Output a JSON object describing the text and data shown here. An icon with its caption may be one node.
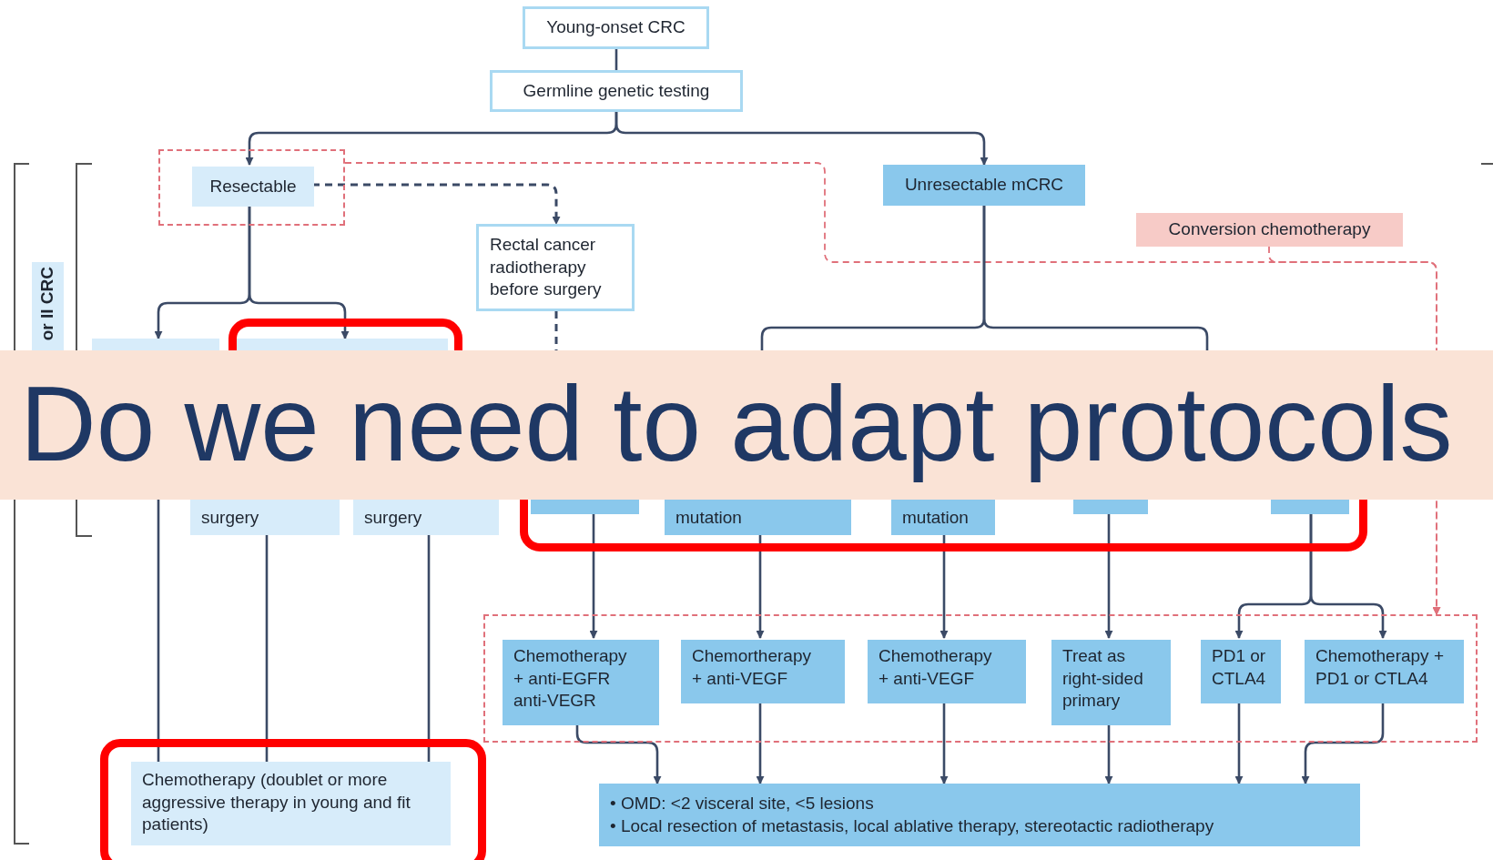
{
  "diagram": {
    "title": "Do we need to adapt protocols",
    "nodes": [
      {
        "text": [
          "Young-onset CRC"
        ]
      },
      {
        "text": [
          "Germline genetic testing"
        ]
      },
      {
        "text": [],
        "shape": "box"
      },
      {
        "text": [
          "Resectable"
        ],
        "in": 2
      },
      {
        "text": [
          "Unresectable mCRC"
        ]
      },
      {
        "text": [
          "Conversion chemotherapy"
        ]
      },
      {
        "text": [
          "Rectal cancer radiotherapy before surgery"
        ]
      },
      {
        "text": [
          "or II CRC"
        ]
      },
      {
        "text": [],
        "shape": "box"
      },
      {
        "text": [],
        "shape": "box"
      },
      {
        "text": [
          "surgery"
        ]
      },
      {
        "text": [
          "surgery"
        ]
      },
      {
        "text": [],
        "shape": "box"
      },
      {
        "text": [
          "mutation"
        ]
      },
      {
        "text": [
          "mutation"
        ]
      },
      {
        "text": [],
        "shape": "box"
      },
      {
        "text": [],
        "shape": "box"
      },
      {
        "text": [],
        "shape": "box"
      },
      {
        "text": [
          "Chemotherapy + anti-EGFR anti-VEGR"
        ],
        "in": 17
      },
      {
        "text": [
          "Chemortherapy + anti-VEGF"
        ],
        "in": 17
      },
      {
        "text": [
          "Chemotherapy + anti-VEGF"
        ],
        "in": 17
      },
      {
        "text": [
          "Treat as right-sided primary"
        ],
        "in": 17
      },
      {
        "text": [
          "PD1 or CTLA4"
        ],
        "in": 17
      },
      {
        "text": [
          "Chemotherapy + PD1 or CTLA4"
        ],
        "in": 17
      },
      {
        "text": [
          "• OMD: <2 visceral site, <5 lesions",
          "• Local resection of metastasis, local ablative therapy, stereotactic radiotherapy"
        ]
      },
      {
        "text": [
          "Chemotherapy (doublet or more aggressive therapy in young and fit patients)"
        ]
      }
    ],
    "edges": [
      {
        "from": 0,
        "to": 1,
        "arrow": "none"
      },
      {
        "from": 1,
        "to": 3,
        "arrow": "to"
      },
      {
        "from": 1,
        "to": 4,
        "arrow": "to"
      },
      {
        "from": 3,
        "to": 6,
        "arrow": "to",
        "style": "dashed"
      },
      {
        "from": 2,
        "to": 17,
        "arrow": "to",
        "style": "dashed",
        "color": "#e0707a"
      },
      {
        "from": 3,
        "to": 8,
        "arrow": "to"
      },
      {
        "from": 3,
        "to": 9,
        "arrow": "to"
      },
      {
        "from": 4,
        "to": 13,
        "arrow": "to"
      },
      {
        "from": 4,
        "to": 15,
        "arrow": "to"
      },
      {
        "from": 6,
        "to": 12,
        "arrow": "to",
        "style": "dashed"
      },
      {
        "from": 8,
        "to": 25,
        "arrow": "none"
      },
      {
        "from": 10,
        "to": 25,
        "arrow": "none"
      },
      {
        "from": 11,
        "to": 25,
        "arrow": "none"
      },
      {
        "from": 12,
        "to": 18,
        "arrow": "to"
      },
      {
        "from": 13,
        "to": 19,
        "arrow": "to"
      },
      {
        "from": 14,
        "to": 20,
        "arrow": "to"
      },
      {
        "from": 15,
        "to": 21,
        "arrow": "to"
      },
      {
        "from": 16,
        "to": 22,
        "arrow": "to"
      },
      {
        "from": 16,
        "to": 23,
        "arrow": "to"
      },
      {
        "from": 18,
        "to": 24,
        "arrow": "to"
      },
      {
        "from": 19,
        "to": 24,
        "arrow": "to"
      },
      {
        "from": 20,
        "to": 24,
        "arrow": "to"
      },
      {
        "from": 21,
        "to": 24,
        "arrow": "to"
      },
      {
        "from": 22,
        "to": 24,
        "arrow": "to"
      },
      {
        "from": 23,
        "to": 24,
        "arrow": "to"
      },
      {
        "from": 5,
        "to": 17,
        "arrow": "to",
        "style": "dashed",
        "color": "#e0707a"
      }
    ]
  }
}
